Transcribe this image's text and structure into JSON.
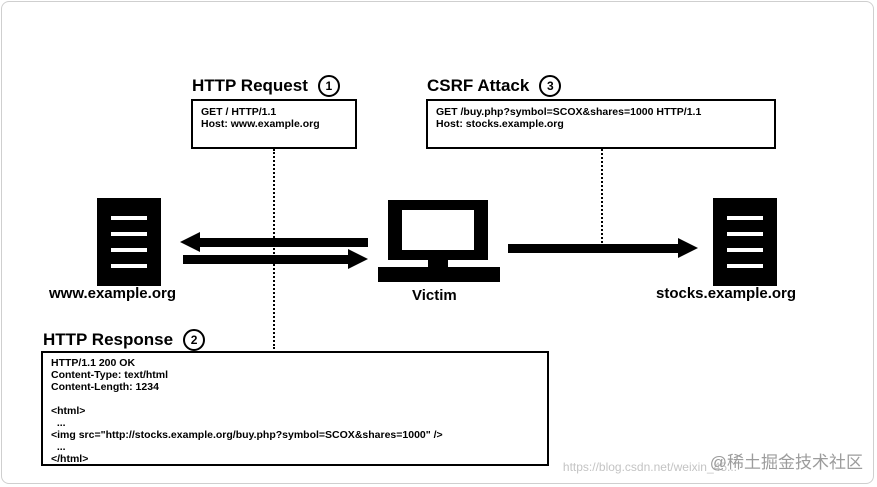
{
  "request": {
    "title": "HTTP Request",
    "number": "1",
    "lines": [
      "GET / HTTP/1.1",
      "Host: www.example.org"
    ]
  },
  "attack": {
    "title": "CSRF Attack",
    "number": "3",
    "lines": [
      "GET /buy.php?symbol=SCOX&shares=1000 HTTP/1.1",
      "Host: stocks.example.org"
    ]
  },
  "response": {
    "title": "HTTP Response",
    "number": "2",
    "lines": [
      "HTTP/1.1 200 OK",
      "Content-Type: text/html",
      "Content-Length: 1234",
      "",
      "<html>",
      "  ...",
      "<img src=\"http://stocks.example.org/buy.php?symbol=SCOX&shares=1000\" />",
      "  ...",
      "</html>"
    ]
  },
  "nodes": {
    "left_server": "www.example.org",
    "victim": "Victim",
    "right_server": "stocks.example.org"
  },
  "watermark": {
    "main": "@稀土掘金技术社区",
    "background": "https://blog.csdn.net/weixin_45..."
  },
  "colors": {
    "stroke": "#000000",
    "background": "#ffffff",
    "watermark": "#9c9c9c"
  }
}
